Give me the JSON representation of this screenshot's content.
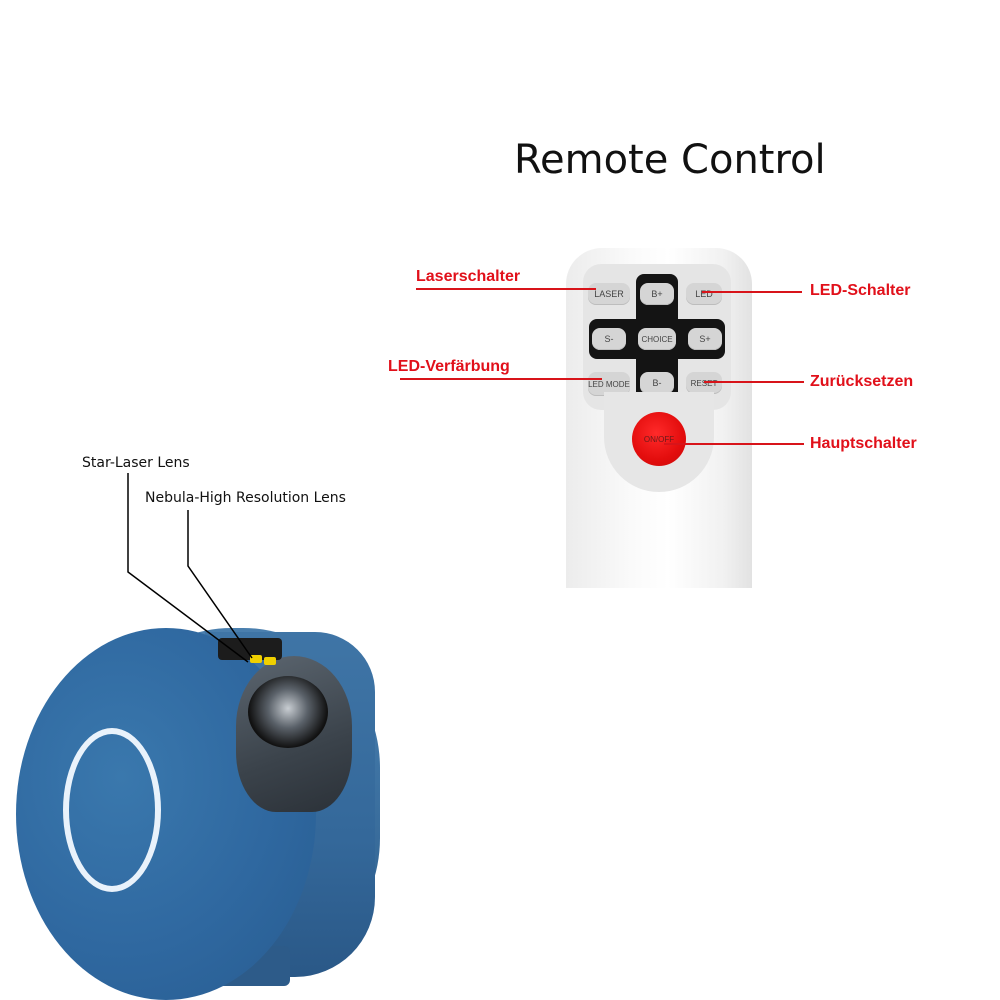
{
  "title": "Remote Control",
  "remote": {
    "keys": {
      "laser": "LASER",
      "b_plus": "B+",
      "led": "LED",
      "s_minus": "S-",
      "choice": "CHOICE",
      "s_plus": "S+",
      "led_mode": "LED MODE",
      "b_minus": "B-",
      "reset": "RESET",
      "on_off": "ON/OFF"
    },
    "labels": {
      "laserschalter": "Laserschalter",
      "led_schalter": "LED-Schalter",
      "led_verfarbung": "LED-Verfärbung",
      "zuruecksetzen": "Zurücksetzen",
      "hauptschalter": "Hauptschalter"
    }
  },
  "device": {
    "labels": {
      "star_laser_lens": "Star-Laser Lens",
      "nebula_lens": "Nebula-High Resolution Lens"
    }
  },
  "colors": {
    "callout_red": "#e1101a",
    "device_blue": "#2f68a0",
    "power_button_red": "#e30d0d"
  }
}
